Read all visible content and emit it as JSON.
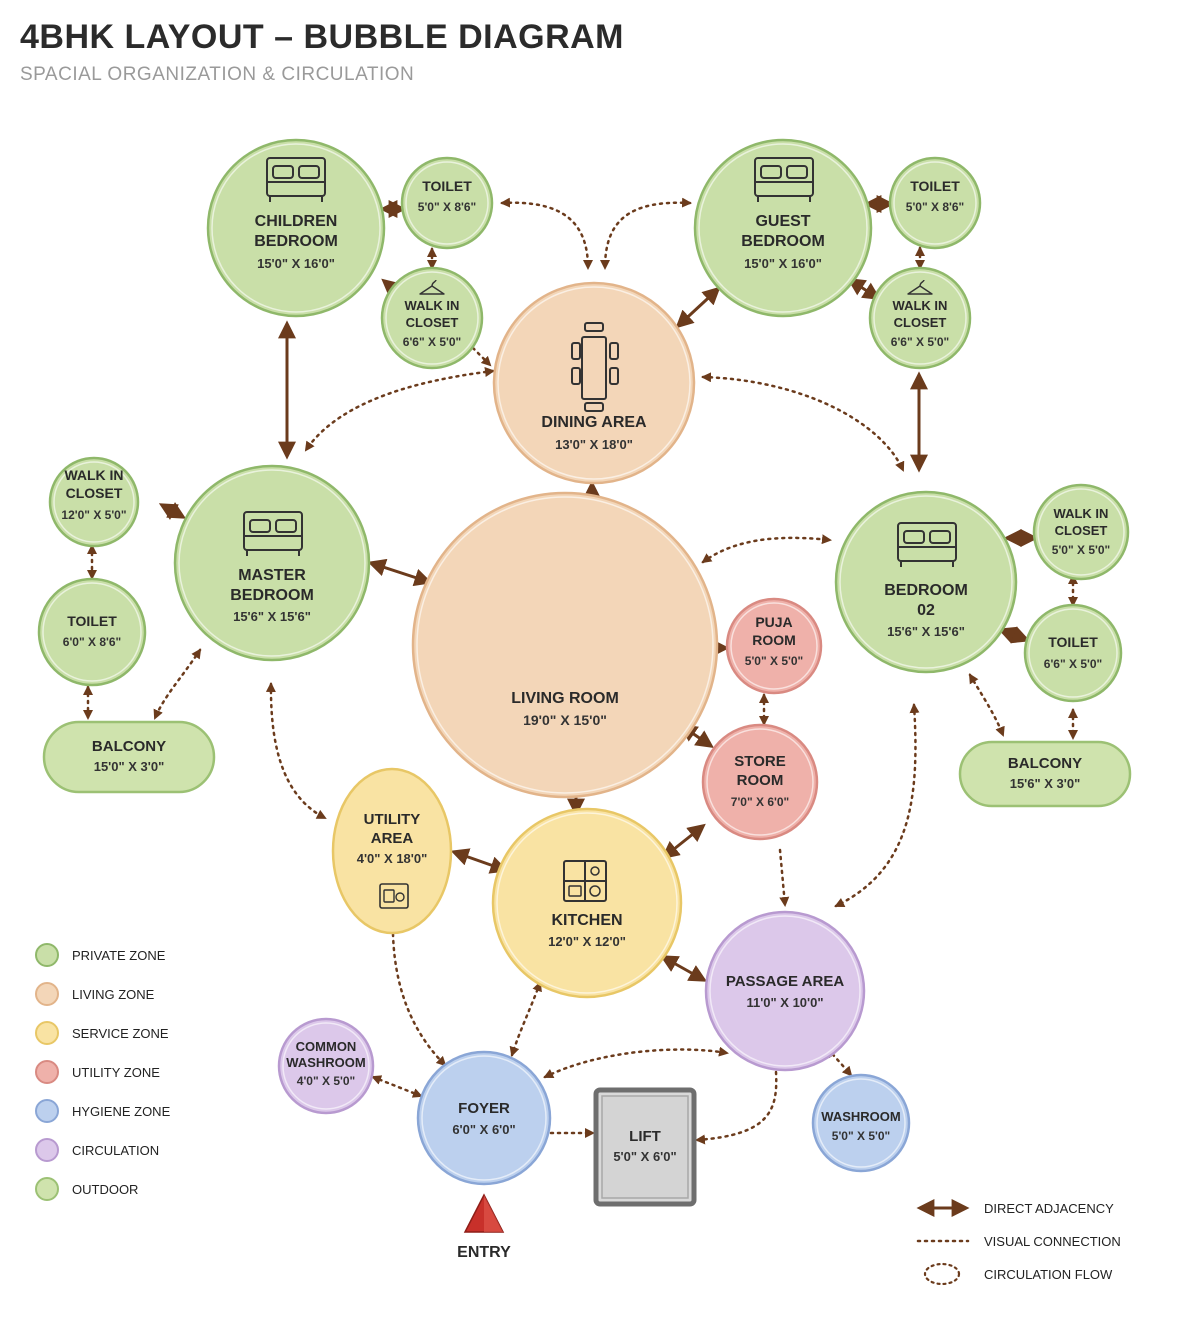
{
  "header": {
    "title": "4BHK LAYOUT – BUBBLE DIAGRAM",
    "subtitle": "SPACIAL ORGANIZATION & CIRCULATION"
  },
  "zone_colors": {
    "private": {
      "fill": "#c9dfa8",
      "stroke": "#8fb86a"
    },
    "living": {
      "fill": "#f3d6b8",
      "stroke": "#e2b48a"
    },
    "service": {
      "fill": "#f9e3a3",
      "stroke": "#e8c766"
    },
    "utility": {
      "fill": "#efb1aa",
      "stroke": "#d98a82"
    },
    "hygiene": {
      "fill": "#bcd0ee",
      "stroke": "#8aa6d6"
    },
    "circulation": {
      "fill": "#dcc8ea",
      "stroke": "#b89ad0"
    },
    "outdoor": {
      "fill": "#cfe3ad",
      "stroke": "#9cc174"
    }
  },
  "rooms": {
    "children_bedroom": {
      "name": [
        "CHILDREN",
        "BEDROOM"
      ],
      "dim": "15'0\" X 16'0\"",
      "zone": "private",
      "icon": "bed-icon"
    },
    "toilet_children": {
      "name": [
        "TOILET"
      ],
      "dim": "5'0\" X 8'6\"",
      "zone": "private"
    },
    "closet_children": {
      "name": [
        "WALK IN",
        "CLOSET"
      ],
      "dim": "6'6\" X 5'0\"",
      "zone": "private",
      "icon": "hanger-icon"
    },
    "dining_area": {
      "name": [
        "DINING AREA"
      ],
      "dim": "13'0\" X 18'0\"",
      "zone": "living",
      "icon": "dining-table-icon"
    },
    "guest_bedroom": {
      "name": [
        "GUEST",
        "BEDROOM"
      ],
      "dim": "15'0\" X 16'0\"",
      "zone": "private",
      "icon": "bed-icon"
    },
    "toilet_guest": {
      "name": [
        "TOILET"
      ],
      "dim": "5'0\" X 8'6\"",
      "zone": "private"
    },
    "closet_guest": {
      "name": [
        "WALK IN",
        "CLOSET"
      ],
      "dim": "6'6\" X 5'0\"",
      "zone": "private",
      "icon": "hanger-icon"
    },
    "closet_master": {
      "name": [
        "WALK IN",
        "CLOSET"
      ],
      "dim": "12'0\" X 5'0\"",
      "zone": "private"
    },
    "toilet_master": {
      "name": [
        "TOILET"
      ],
      "dim": "6'0\" X 8'6\"",
      "zone": "private"
    },
    "master_bedroom": {
      "name": [
        "MASTER",
        "BEDROOM"
      ],
      "dim": "15'6\" X 15'6\"",
      "zone": "private",
      "icon": "bed-icon"
    },
    "balcony_left": {
      "name": [
        "BALCONY"
      ],
      "dim": "15'0\" X 3'0\"",
      "zone": "outdoor"
    },
    "living_room": {
      "name": [
        "LIVING ROOM"
      ],
      "dim": "19'0\" X 15'0\"",
      "zone": "living",
      "icon": "sofa-icon"
    },
    "puja_room": {
      "name": [
        "PUJA",
        "ROOM"
      ],
      "dim": "5'0\" X 5'0\"",
      "zone": "utility"
    },
    "store_room": {
      "name": [
        "STORE",
        "ROOM"
      ],
      "dim": "7'0\" X 6'0\"",
      "zone": "utility"
    },
    "bedroom_02": {
      "name": [
        "BEDROOM",
        "02"
      ],
      "dim": "15'6\" X 15'6\"",
      "zone": "private",
      "icon": "bed-icon"
    },
    "closet_b02": {
      "name": [
        "WALK IN",
        "CLOSET"
      ],
      "dim": "5'0\" X 5'0\"",
      "zone": "private"
    },
    "toilet_b02": {
      "name": [
        "TOILET"
      ],
      "dim": "6'6\" X 5'0\"",
      "zone": "private"
    },
    "balcony_right": {
      "name": [
        "BALCONY"
      ],
      "dim": "15'6\" X 3'0\"",
      "zone": "outdoor"
    },
    "utility_area": {
      "name": [
        "UTILITY",
        "AREA"
      ],
      "dim": "4'0\" X 18'0\"",
      "zone": "service",
      "icon": "washer-icon"
    },
    "kitchen": {
      "name": [
        "KITCHEN"
      ],
      "dim": "12'0\" X 12'0\"",
      "zone": "service",
      "icon": "stove-icon"
    },
    "passage_area": {
      "name": [
        "PASSAGE AREA"
      ],
      "dim": "11'0\" X 10'0\"",
      "zone": "circulation"
    },
    "common_washroom": {
      "name": [
        "COMMON",
        "WASHROOM"
      ],
      "dim": "4'0\" X 5'0\"",
      "zone": "circulation"
    },
    "foyer": {
      "name": [
        "FOYER"
      ],
      "dim": "6'0\" X 6'0\"",
      "zone": "hygiene"
    },
    "lift": {
      "name": [
        "LIFT"
      ],
      "dim": "5'0\" X 6'0\"",
      "zone": "lift"
    },
    "washroom": {
      "name": [
        "WASHROOM"
      ],
      "dim": "5'0\" X 5'0\"",
      "zone": "hygiene"
    }
  },
  "entry": {
    "label": "ENTRY",
    "color": "#c8302a"
  },
  "connection_color": "#6b3b1c",
  "zone_legend": [
    {
      "label": "PRIVATE ZONE",
      "zone": "private"
    },
    {
      "label": "LIVING ZONE",
      "zone": "living"
    },
    {
      "label": "SERVICE ZONE",
      "zone": "service"
    },
    {
      "label": "UTILITY ZONE",
      "zone": "utility"
    },
    {
      "label": "HYGIENE ZONE",
      "zone": "hygiene"
    },
    {
      "label": "CIRCULATION",
      "zone": "circulation"
    },
    {
      "label": "OUTDOOR",
      "zone": "outdoor"
    }
  ],
  "line_legend": [
    {
      "label": "DIRECT ADJACENCY",
      "style": "solid-arrow"
    },
    {
      "label": "VISUAL CONNECTION",
      "style": "dotted"
    },
    {
      "label": "CIRCULATION FLOW",
      "style": "dotted-circle"
    }
  ]
}
